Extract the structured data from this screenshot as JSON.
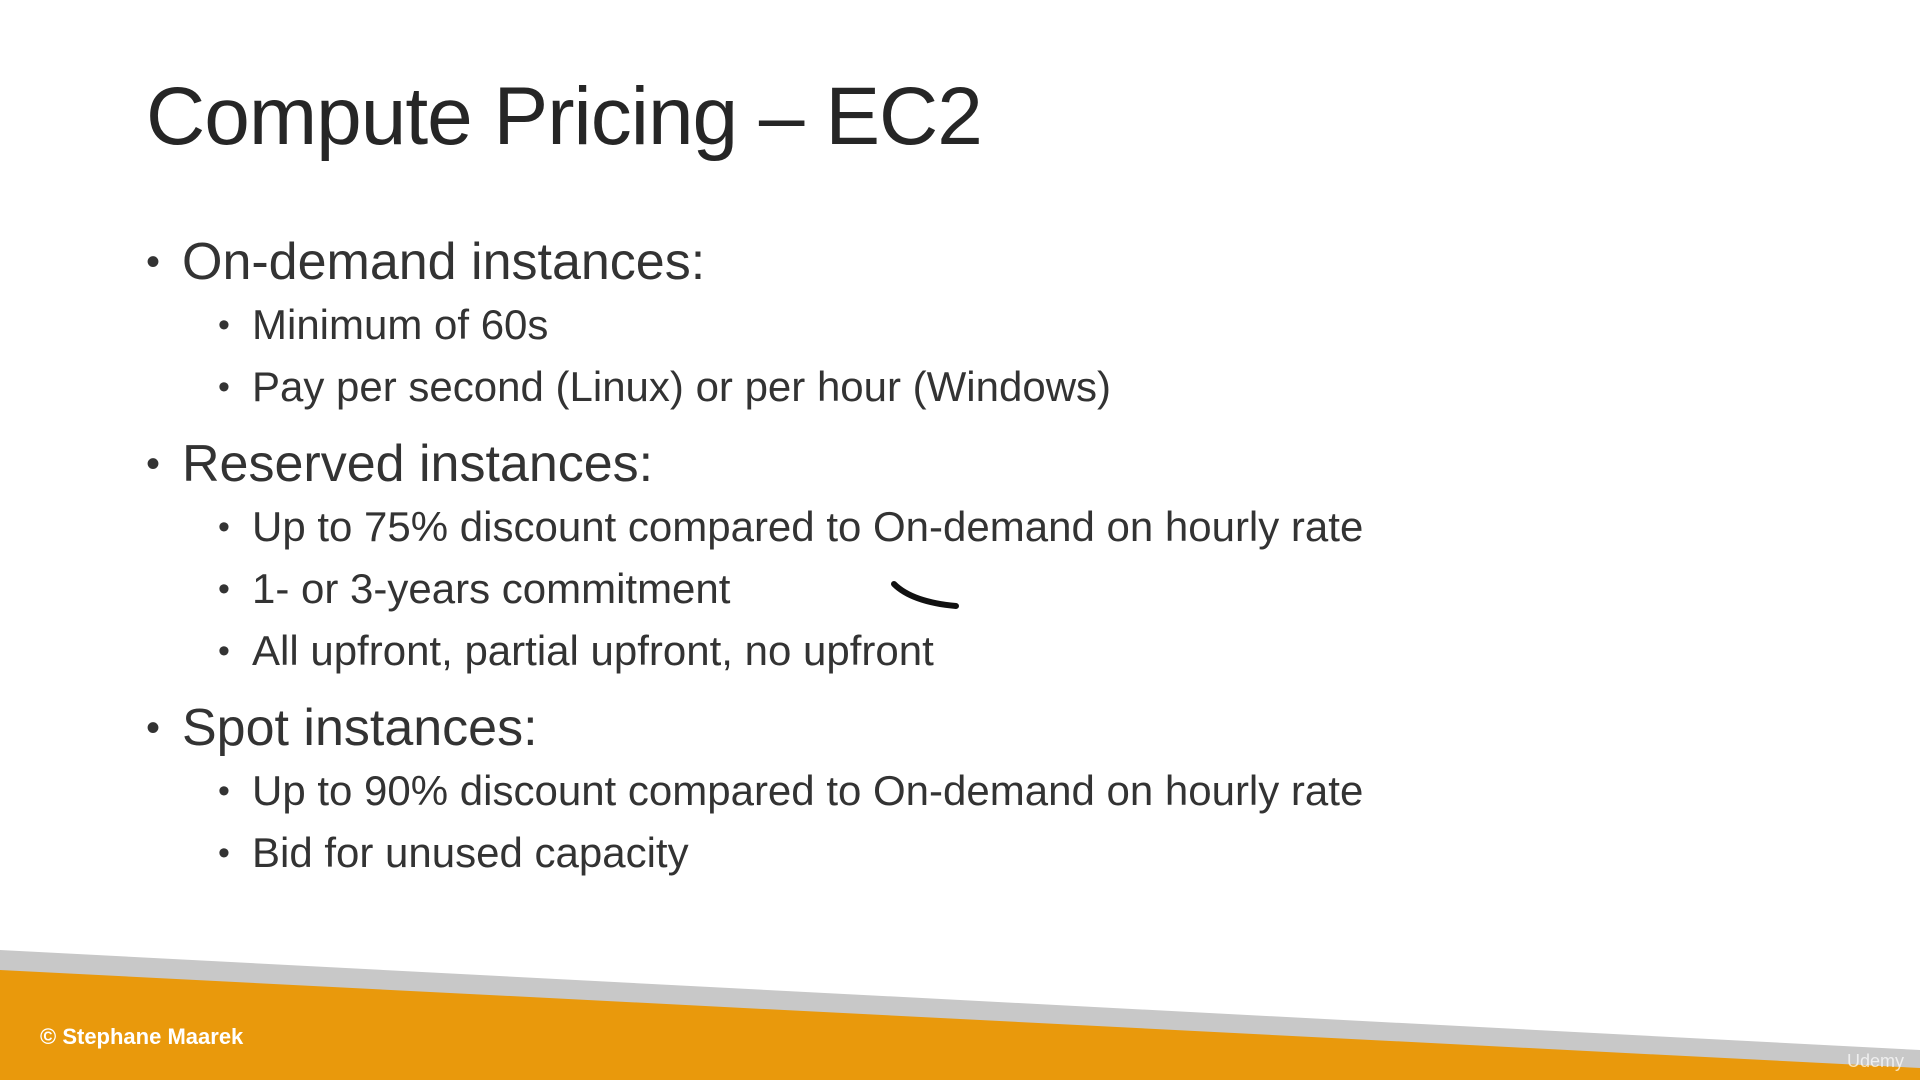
{
  "slide": {
    "title": "Compute Pricing – EC2",
    "sections": [
      {
        "heading": "On-demand instances:",
        "items": [
          "Minimum of 60s",
          "Pay per second (Linux) or per hour (Windows)"
        ]
      },
      {
        "heading": "Reserved instances:",
        "items": [
          "Up to 75% discount compared to On-demand on hourly rate",
          "1- or 3-years commitment",
          "All upfront, partial upfront, no upfront"
        ]
      },
      {
        "heading": "Spot instances:",
        "items": [
          "Up to 90% discount compared to On-demand on hourly rate",
          "Bid for unused capacity"
        ]
      }
    ],
    "bullet_char": "•"
  },
  "footer": {
    "copyright": "© Stephane Maarek",
    "watermark": "Udemy"
  },
  "colors": {
    "accent": "#E9990C",
    "band_gray": "#C8C8C8",
    "text": "#333333"
  }
}
